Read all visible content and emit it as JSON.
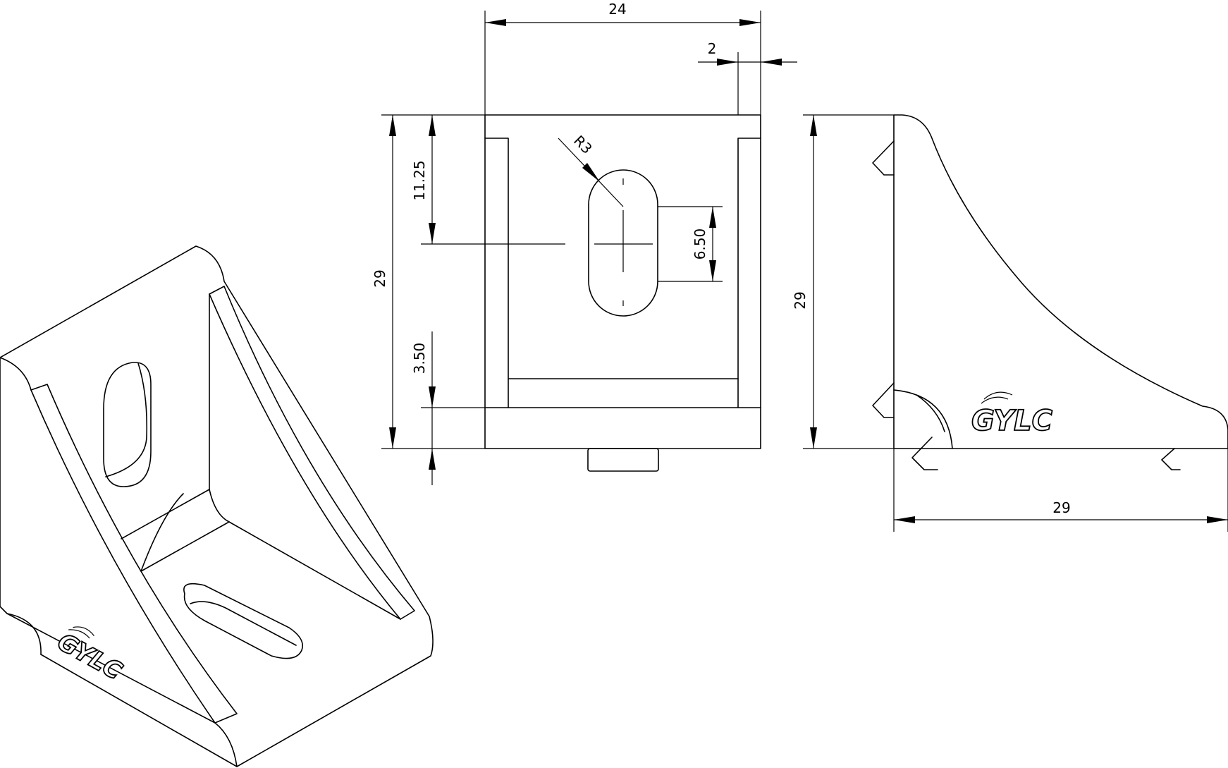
{
  "drawing": {
    "brand_logo": "GYLC",
    "front_view": {
      "width_dim": "24",
      "edge_dim": "2",
      "height_dim": "29",
      "slot_top_dim": "11.25",
      "bottom_dim": "3.50",
      "slot_width_dim": "6.50",
      "radius_dim": "R3"
    },
    "side_view": {
      "height_dim": "29",
      "width_dim": "29"
    }
  }
}
